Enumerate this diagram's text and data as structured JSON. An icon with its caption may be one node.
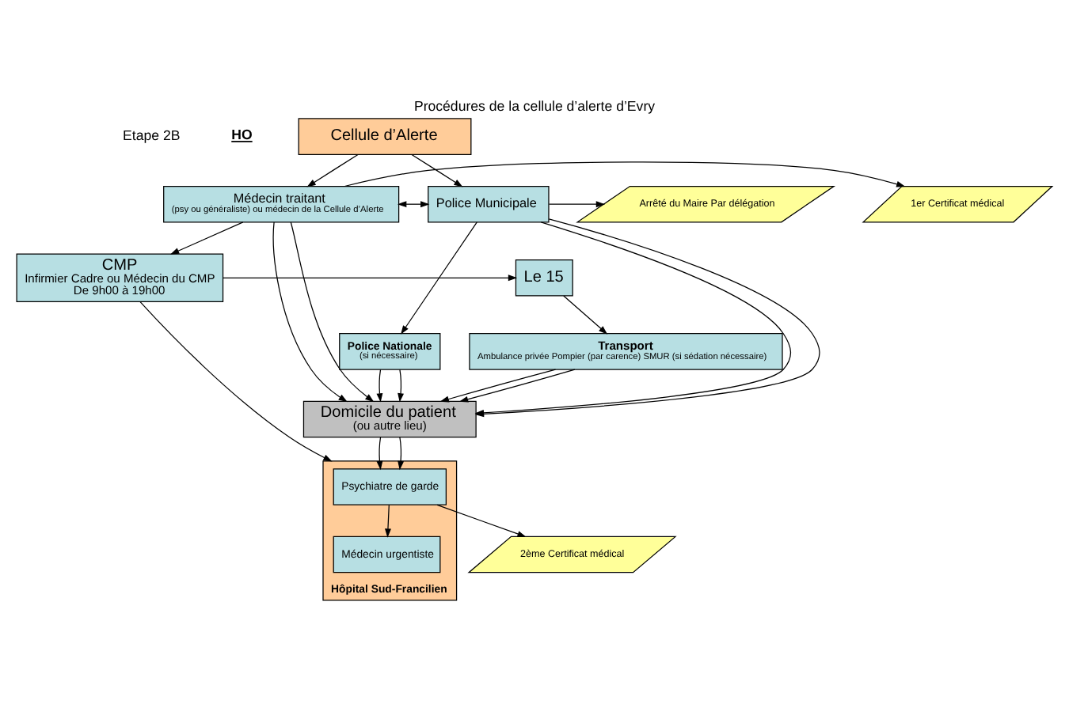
{
  "diagram": {
    "title": "Procédures de la cellule d’alerte d’Evry",
    "nodes": [
      {
        "text": [
          "Cellule d’Alerte"
        ]
      },
      {
        "text": [
          "Arrêté du Maire Par délégation"
        ]
      },
      {
        "text": [
          "Police Municipale"
        ]
      },
      {
        "text": [
          "Médecin traitant",
          "(psy ou généraliste) ou médecin de la Cellule d’Alerte"
        ]
      },
      {
        "text": [
          "1er Certificat médical"
        ]
      },
      {
        "text": [
          "Le 15"
        ]
      },
      {
        "text": [
          "CMP",
          "Infirmier Cadre ou Médecin du CMP",
          "De 9h00 à 19h00"
        ]
      },
      {
        "text": [
          "Police Nationale",
          "(si nécessaire)"
        ]
      },
      {
        "text": [
          "Transport",
          "Ambulance privée Pompier (par carence) SMUR (si sédation nécessaire)"
        ]
      },
      {
        "text": [
          "Domicile du patient",
          "(ou autre lieu)"
        ]
      },
      {
        "text": [
          "Hôpital Sud-Francilien"
        ]
      },
      {
        "text": [
          "Psychiatre de garde"
        ],
        "in": 10
      },
      {
        "text": [
          "Médecin urgentiste"
        ],
        "in": 10
      },
      {
        "text": [
          "2ème Certificat médical"
        ]
      }
    ],
    "edges": [
      {
        "from": 0,
        "to": 2,
        "arrow": "to"
      },
      {
        "from": 0,
        "to": 3,
        "arrow": "to"
      },
      {
        "from": 2,
        "to": 1,
        "arrow": "to"
      },
      {
        "from": 2,
        "to": 3,
        "arrow": "both"
      },
      {
        "from": 3,
        "to": 4,
        "arrow": "to"
      },
      {
        "from": 3,
        "to": 6,
        "arrow": "to"
      },
      {
        "from": 6,
        "to": 5,
        "arrow": "to"
      },
      {
        "from": 2,
        "to": 7,
        "arrow": "to"
      },
      {
        "from": 5,
        "to": 8,
        "arrow": "to"
      },
      {
        "from": 7,
        "to": 9,
        "arrow": "to"
      },
      {
        "from": 7,
        "to": 9,
        "arrow": "to"
      },
      {
        "from": 2,
        "to": 9,
        "arrow": "to"
      },
      {
        "from": 2,
        "to": 9,
        "arrow": "to"
      },
      {
        "from": 8,
        "to": 9,
        "arrow": "to"
      },
      {
        "from": 8,
        "to": 9,
        "arrow": "to"
      },
      {
        "from": 3,
        "to": 9,
        "arrow": "to"
      },
      {
        "from": 3,
        "to": 9,
        "arrow": "to"
      },
      {
        "from": 6,
        "to": 10,
        "arrow": "to"
      },
      {
        "from": 9,
        "to": 11,
        "arrow": "to"
      },
      {
        "from": 9,
        "to": 11,
        "arrow": "to"
      },
      {
        "from": 11,
        "to": 12,
        "arrow": "to"
      },
      {
        "from": 11,
        "to": 13,
        "arrow": "to"
      }
    ],
    "labels": [
      "Etape 2B",
      "HO"
    ]
  }
}
